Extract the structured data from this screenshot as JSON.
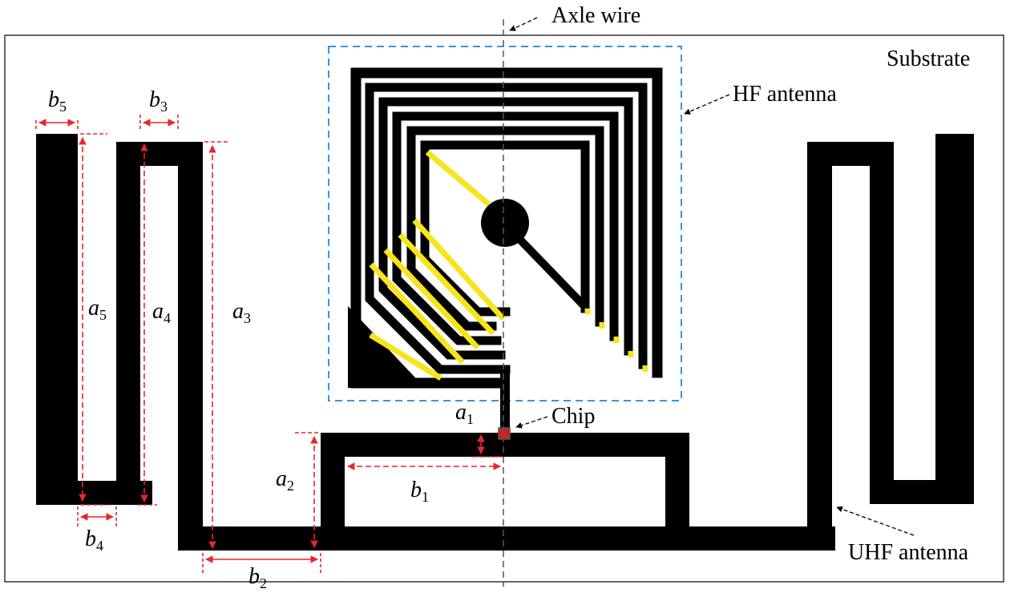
{
  "labels": {
    "axle_wire": "Axle wire",
    "substrate": "Substrate",
    "hf_antenna": "HF antenna",
    "uhf_antenna": "UHF antenna",
    "chip": "Chip"
  },
  "dimensions": {
    "a1": {
      "main": "a",
      "sub": "1"
    },
    "a2": {
      "main": "a",
      "sub": "2"
    },
    "a3": {
      "main": "a",
      "sub": "3"
    },
    "a4": {
      "main": "a",
      "sub": "4"
    },
    "a5": {
      "main": "a",
      "sub": "5"
    },
    "b1": {
      "main": "b",
      "sub": "1"
    },
    "b2": {
      "main": "b",
      "sub": "2"
    },
    "b3": {
      "main": "b",
      "sub": "3"
    },
    "b4": {
      "main": "b",
      "sub": "4"
    },
    "b5": {
      "main": "b",
      "sub": "5"
    }
  },
  "colors": {
    "trace": "#000000",
    "dimension": "#e8262b",
    "hf_box": "#3a95d8",
    "highlight": "#f7e41c",
    "chip": "#cc2222"
  }
}
